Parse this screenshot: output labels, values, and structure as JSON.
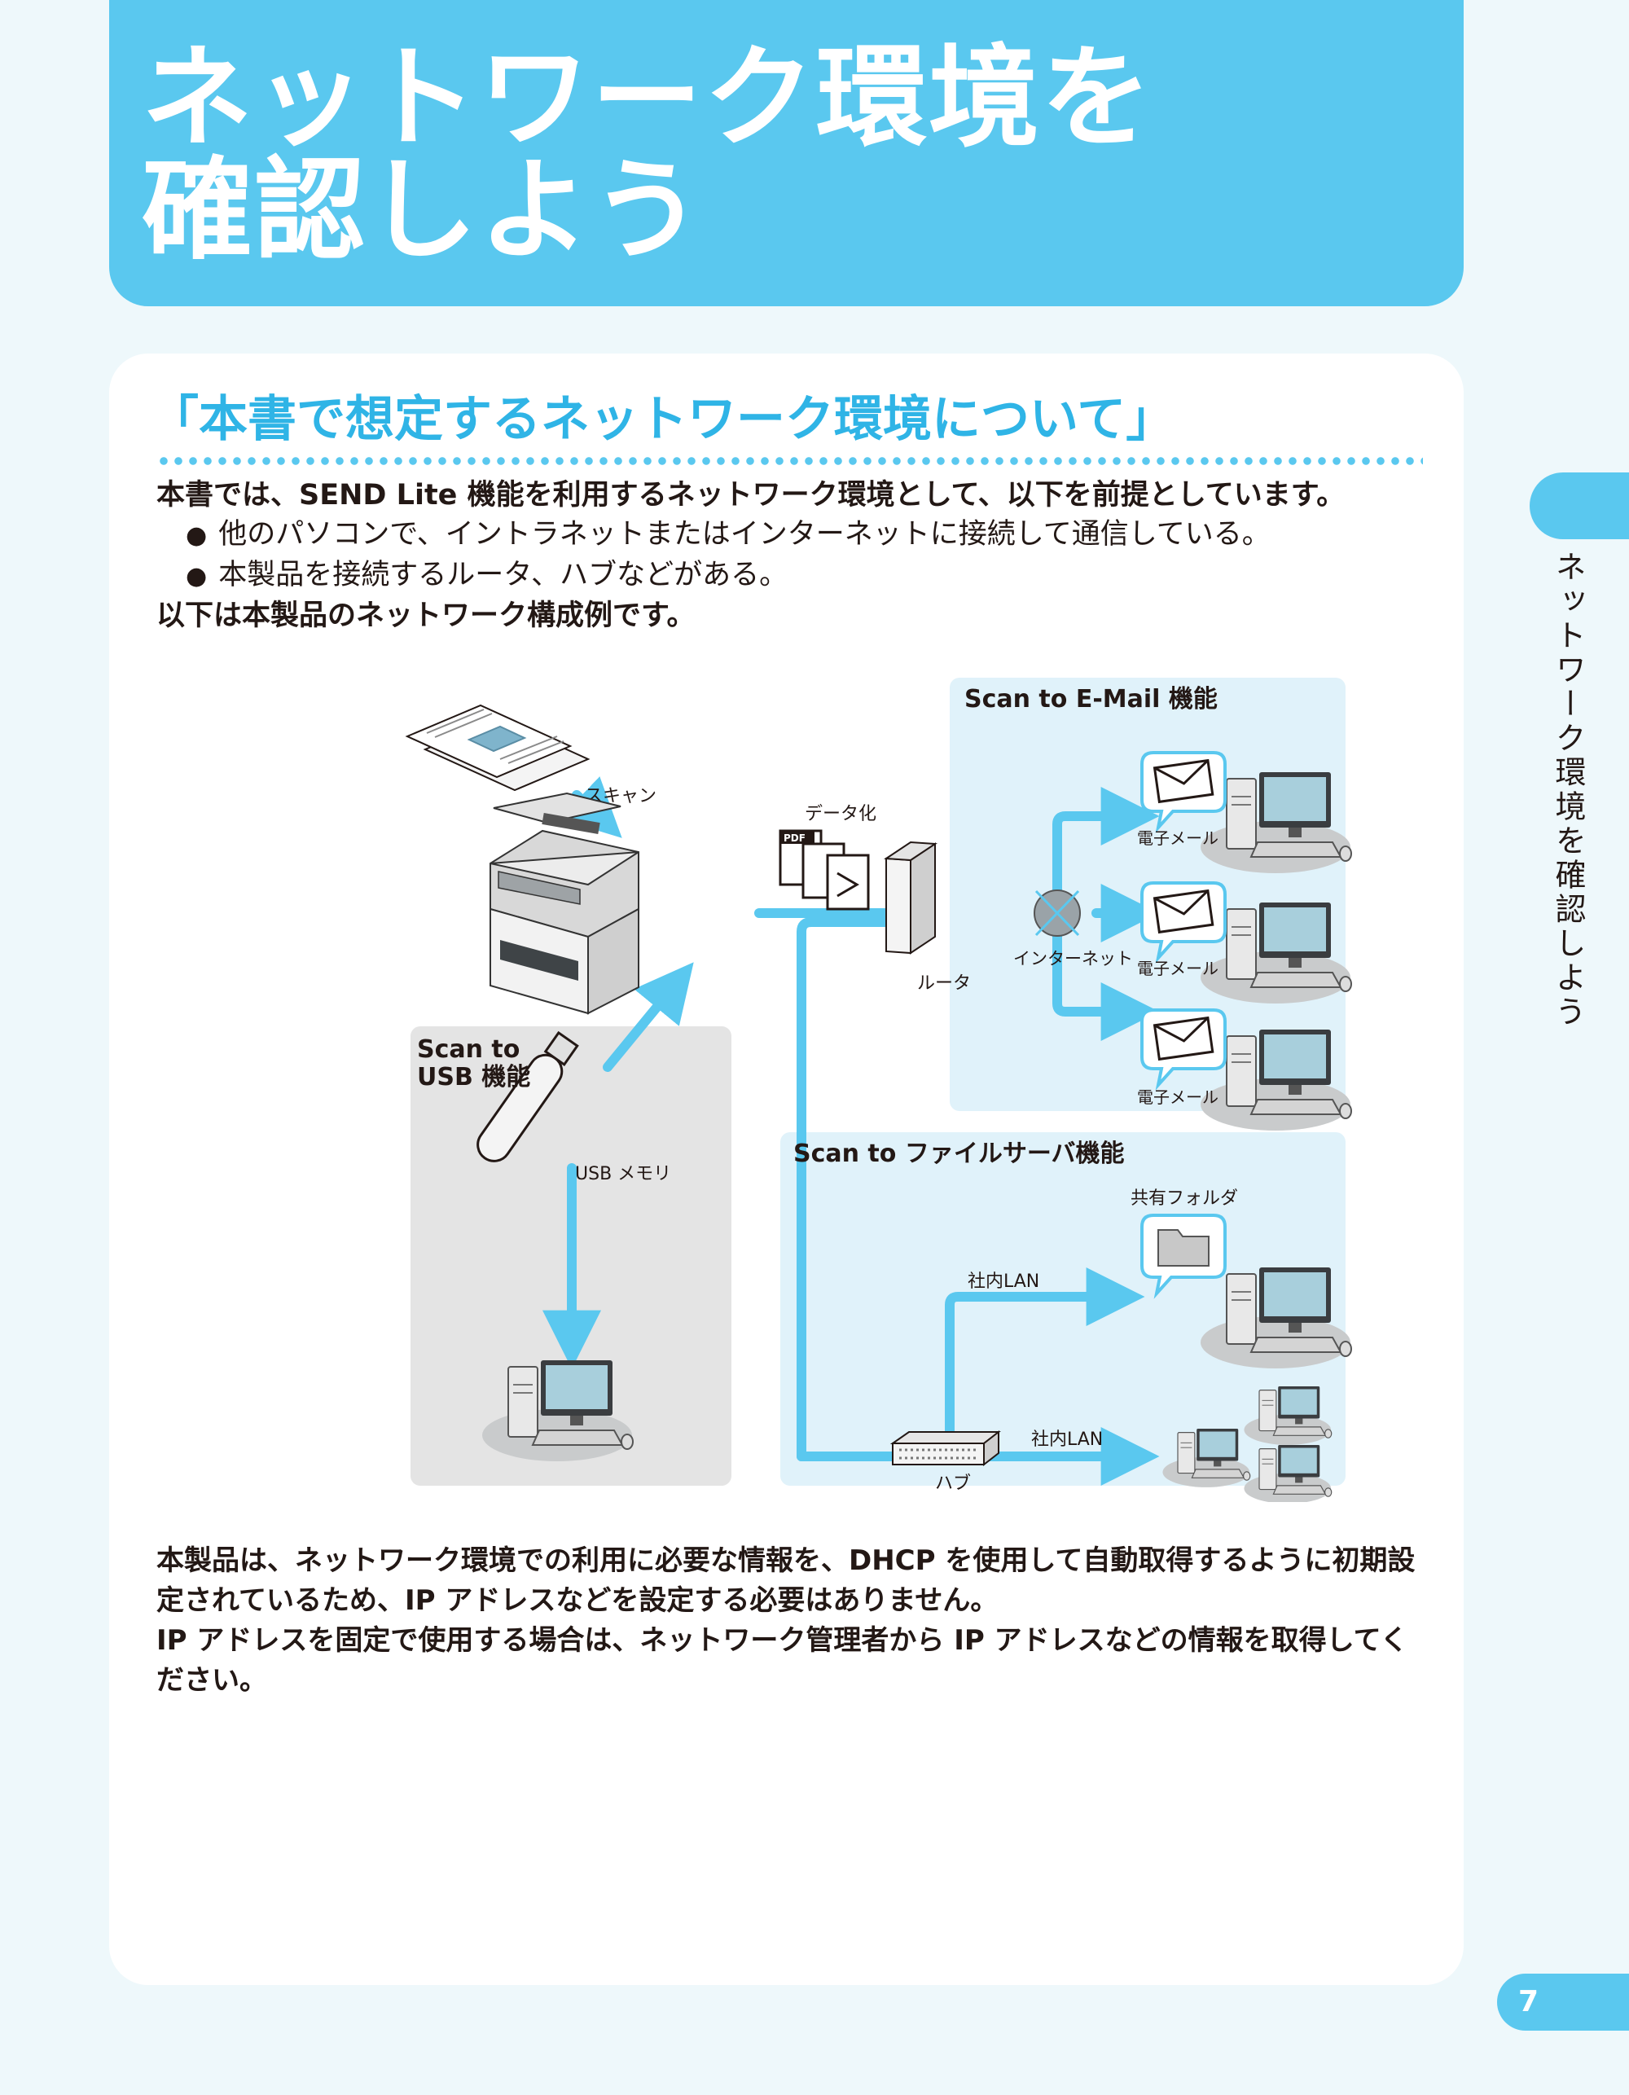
{
  "header": {
    "title_line1": "ネットワーク環境を",
    "title_line2": "確認しよう"
  },
  "section": {
    "title": "「本書で想定するネットワーク環境について」",
    "intro": "本書では、SEND Lite 機能を利用するネットワーク環境として、以下を前提としています。",
    "bullets": [
      "他のパソコンで、イントラネットまたはインターネットに接続して通信している。",
      "本製品を接続するルータ、ハブなどがある。"
    ],
    "lead": "以下は本製品のネットワーク構成例です。"
  },
  "diagram": {
    "label_scan": "スキャン",
    "label_data": "データ化",
    "label_pdf": "PDF",
    "label_router": "ルータ",
    "label_internet": "インターネット",
    "email_title": "Scan to E-Mail 機能",
    "email_label": "電子メール",
    "usb_title_1": "Scan to",
    "usb_title_2": "USB 機能",
    "usb_memory": "USB メモリ",
    "file_title": "Scan to ファイルサーバ機能",
    "shared_folder": "共有フォルダ",
    "lan_1": "社内LAN",
    "lan_2": "社内LAN",
    "hub": "ハブ"
  },
  "bottom": {
    "p1": "本製品は、ネットワーク環境での利用に必要な情報を、DHCP を使用して自動取得するように初期設定されているため、IP アドレスなどを設定する必要はありません。",
    "p2": "IP アドレスを固定で使用する場合は、ネットワーク管理者から IP アドレスなどの情報を取得してください。"
  },
  "side_tab": {
    "text": "ネットワーク環境を確認しよう"
  },
  "page_number": "7",
  "colors": {
    "accent": "#5ac8ef",
    "title_blue": "#2fb4e6",
    "panel_gray": "#e4e4e4",
    "panel_blue": "#e0f2fa"
  }
}
